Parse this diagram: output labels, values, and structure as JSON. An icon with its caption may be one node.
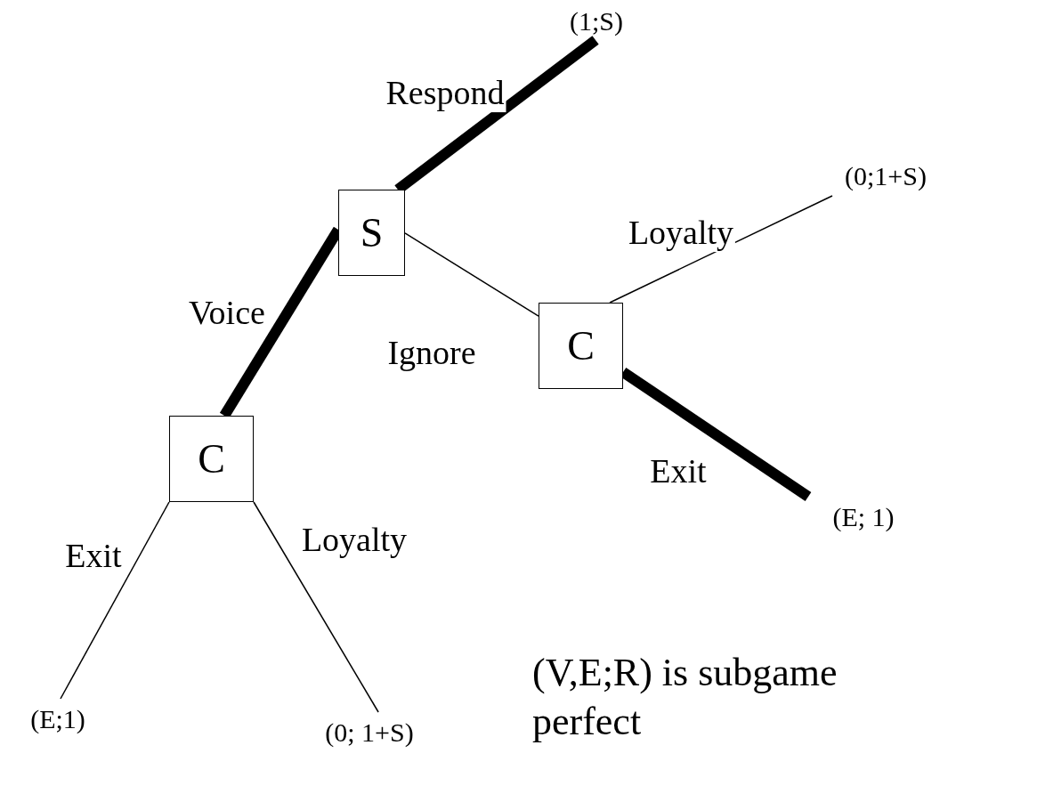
{
  "diagram": {
    "nodes": [
      {
        "text": [
          "S"
        ]
      },
      {
        "text": [
          "C"
        ]
      },
      {
        "text": [
          "C"
        ]
      },
      {
        "text": [
          "(1;S)"
        ]
      },
      {
        "text": [
          "(0;1+S)"
        ]
      },
      {
        "text": [
          "(E; 1)"
        ]
      },
      {
        "text": [
          "(E;1)"
        ]
      },
      {
        "text": [
          "(0; 1+S)"
        ]
      }
    ],
    "edges": [
      {
        "from": 2,
        "to": 0,
        "arrow": "none",
        "label": "Voice",
        "style": "thick"
      },
      {
        "from": 0,
        "to": 3,
        "arrow": "none",
        "label": "Respond",
        "style": "thick"
      },
      {
        "from": 0,
        "to": 1,
        "arrow": "none",
        "label": "Ignore"
      },
      {
        "from": 1,
        "to": 4,
        "arrow": "none",
        "label": "Loyalty"
      },
      {
        "from": 1,
        "to": 5,
        "arrow": "none",
        "label": "Exit",
        "style": "thick"
      },
      {
        "from": 2,
        "to": 6,
        "arrow": "none",
        "label": "Exit"
      },
      {
        "from": 2,
        "to": 7,
        "arrow": "none",
        "label": "Loyalty"
      }
    ],
    "labels": [
      "(V,E;R) is subgame perfect"
    ]
  }
}
